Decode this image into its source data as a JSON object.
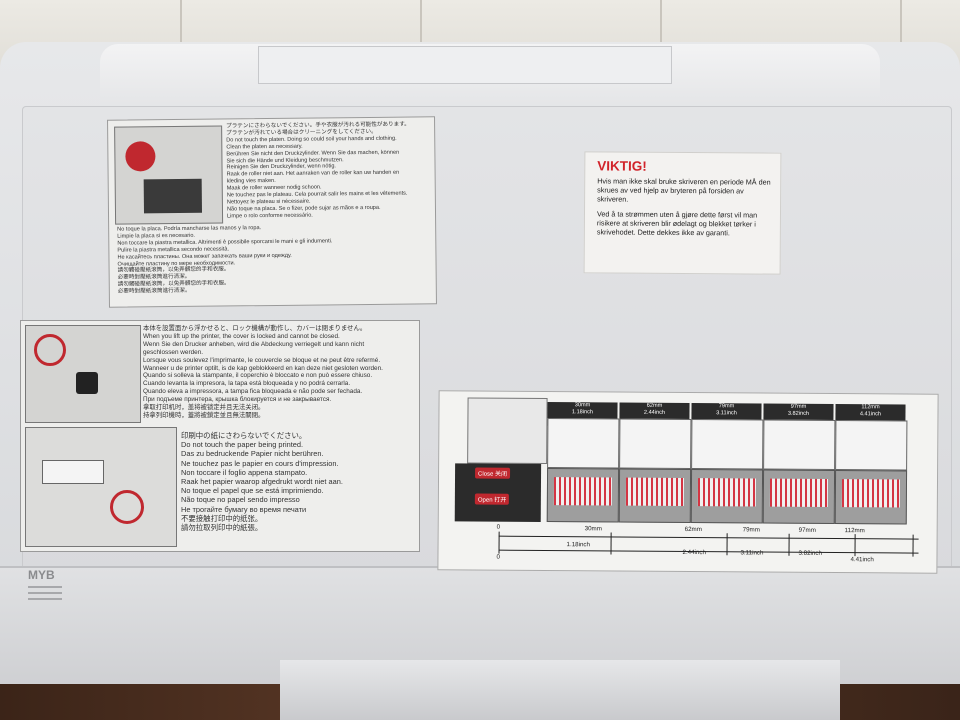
{
  "platen_label": {
    "text_top": "プラテンにさわらないでください。手や衣服が汚れる可能性があります。\nプラテンが汚れている場合はクリーニングをしてください。\nDo not touch the platen. Doing so could soil your hands and clothing.\nClean the platen as necessary.\nBerühren Sie nicht den Druckzylinder. Wenn Sie das machen, können\nSie sich die Hände und Kleidung beschmutzen.\nReinigen Sie den Druckzylinder, wenn nötig.\nRaak de roller niet aan. Het aanraken van de roller kan uw handen en\nkleding vies maken.\nMaak de roller wanneer nodig schoon.\nNe touchez pas le plateau. Cela pourrait salir les mains et les vêtements.\nNettoyez le plateau si nécessaire.\nNão toque na placa. Se o fizer, pode sujar as mãos e a roupa.\nLimpe o rolo conforme necessário.",
    "text_bottom": "No toque la placa. Podría mancharse las manos y la ropa.\nLimpie la placa si es necesario.\nNon toccare la piastra metallica. Altrimenti è possibile sporcarsi le mani e gli indumenti.\nPulire la piastra metallica secondo necessità.\nНе касайтесь пластины. Она может запачкать ваши руки и одежду.\nОчищайте пластину по мере необходимости.\n請勿觸碰壓紙滾筒，以免弄髒您的手和衣服。\n必要時對壓紙滾筒進行清潔。\n請勿觸碰壓紙滾筒，以免弄髒您的手和衣服。\n必要時對壓紙滾筒進行清潔。"
  },
  "viktig_label": {
    "title": "VIKTIG!",
    "para1": "Hvis man ikke skal bruke skriveren en periode MÅ den skrues av ved hjelp av bryteren på forsiden av skriveren.",
    "para2": "Ved å ta strømmen uten å gjøre dette først vil man risikere at skriveren blir ødelagt og blekket tørker i skrivehodet. Dette dekkes ikke av garanti."
  },
  "cover_label": {
    "text_top": "本体を設置面から浮かせると、ロック機構が動作し、カバーは閉まりません。\nWhen you lift up the printer, the cover is locked and cannot be closed.\nWenn Sie den Drucker anheben, wird die Abdeckung verriegelt und kann nicht\ngeschlossen werden.\nLorsque vous soulevez l'imprimante, le couvercle se bloque et ne peut être refermé.\nWanneer u de printer optilt, is de kap geblokkeerd en kan deze niet gesloten worden.\nQuando si solleva la stampante, il coperchio è bloccato e non può essere chiuso.\nCuando levanta la impresora, la tapa está bloqueada y no podrá cerrarla.\nQuando eleva a impressora, a tampa fica bloqueada e não pode ser fechada.\nПри подъеме принтера, крышка блокируется и не закрывается.\n拿取打印机时，盖将被锁定并且无法关闭。\n持拿列印機時，蓋將被鎖定並且無法關閉。",
    "text_bottom": "印刷中の紙にさわらないでください。\nDo not touch the paper being printed.\nDas zu bedruckende Papier nicht berühren.\nNe touchez pas le papier en cours d'impression.\nNon toccare il foglio appena stampato.\nRaak het papier waarop afgedrukt wordt niet aan.\nNo toque el papel que se está imprimiendo.\nNão toque no papel sendo impresso\nНе трогайте бумагу во время печати\n不要接触打印中的纸张。\n請勿拉取列印中的紙張。"
  },
  "widths_label": {
    "columns": [
      {
        "mm": "30mm",
        "inch": "1.18inch"
      },
      {
        "mm": "62mm",
        "inch": "2.44inch"
      },
      {
        "mm": "79mm",
        "inch": "3.11inch"
      },
      {
        "mm": "97mm",
        "inch": "3.82inch"
      },
      {
        "mm": "112mm",
        "inch": "4.41inch"
      }
    ],
    "close_en": "Close",
    "close_zh": "关闭",
    "open_en": "Open",
    "open_zh": "打开",
    "ruler_zero_mm": "0",
    "ruler_zero_inch": "0",
    "ruler_mm": [
      "30mm",
      "62mm",
      "79mm",
      "97mm",
      "112mm"
    ],
    "ruler_inch": [
      "1.18inch",
      "2.44inch",
      "3.11inch",
      "3.82inch",
      "4.41inch"
    ]
  },
  "brand_mark": "MYB",
  "colors": {
    "warning_red": "#d1232a",
    "label_bg": "#eeeeec",
    "printer_body": "#dcdde0"
  }
}
